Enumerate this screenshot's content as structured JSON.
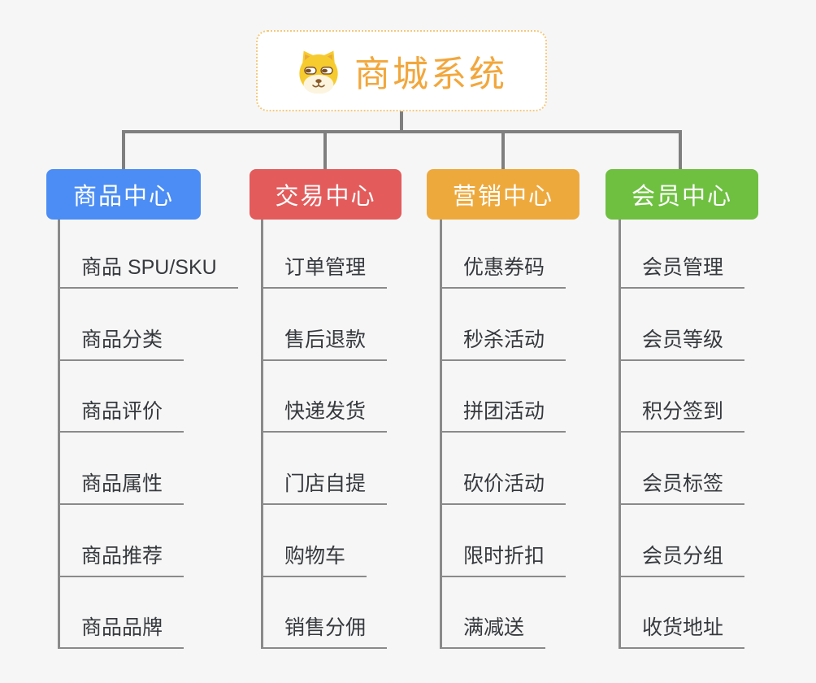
{
  "root": {
    "title": "商城系统",
    "icon": "dog-face-icon",
    "text_color": "#f2a73c",
    "border_color": "#f4c87c"
  },
  "connector_color": "#7f7f7f",
  "background_color": "#f6f6f6",
  "branches": [
    {
      "label": "商品中心",
      "color": "#4b8df4",
      "items": [
        "商品 SPU/SKU",
        "商品分类",
        "商品评价",
        "商品属性",
        "商品推荐",
        "商品品牌"
      ]
    },
    {
      "label": "交易中心",
      "color": "#e35b5b",
      "items": [
        "订单管理",
        "售后退款",
        "快递发货",
        "门店自提",
        "购物车",
        "销售分佣"
      ]
    },
    {
      "label": "营销中心",
      "color": "#eea93d",
      "items": [
        "优惠券码",
        "秒杀活动",
        "拼团活动",
        "砍价活动",
        "限时折扣",
        "满减送"
      ]
    },
    {
      "label": "会员中心",
      "color": "#6fc041",
      "items": [
        "会员管理",
        "会员等级",
        "积分签到",
        "会员标签",
        "会员分组",
        "收货地址"
      ]
    }
  ]
}
